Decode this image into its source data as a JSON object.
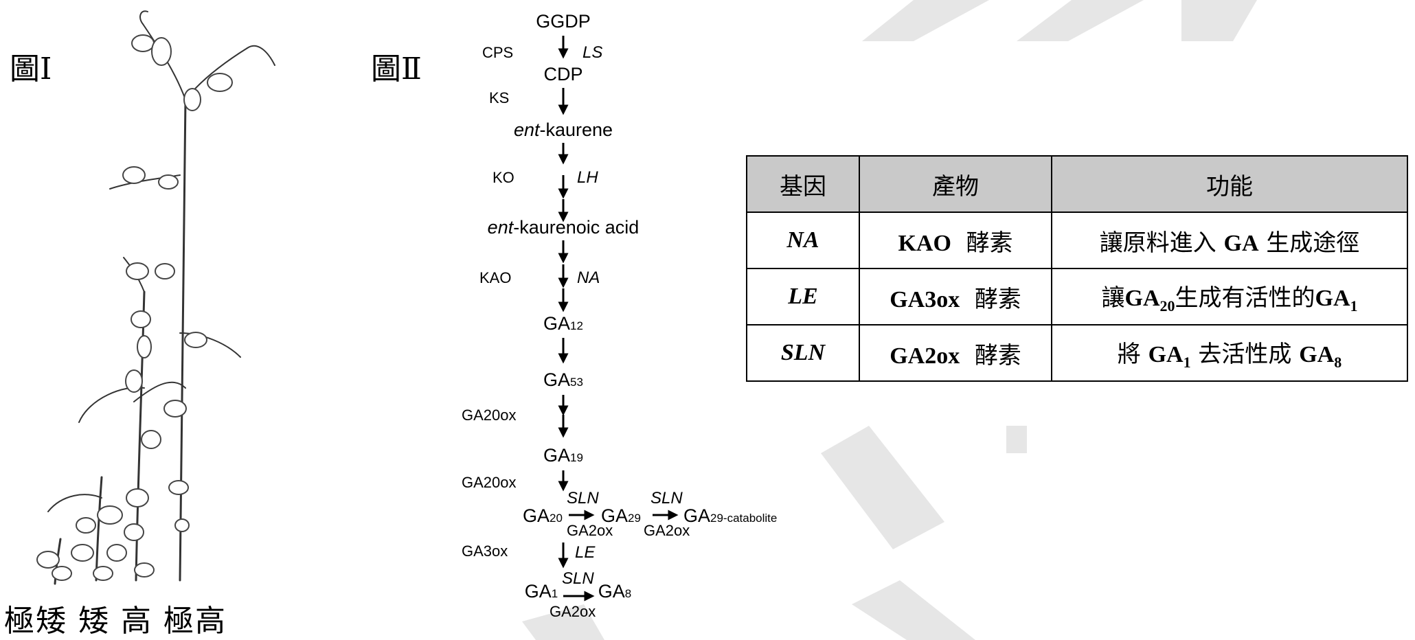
{
  "figure1": {
    "label": "圖Ⅰ",
    "height_labels": "極矮 矮 高 極高"
  },
  "figure2": {
    "label": "圖Ⅱ",
    "nodes": {
      "ggdp": "GGDP",
      "cdp": "CDP",
      "kaurene_prefix": "ent",
      "kaurene_rest": "-kaurene",
      "acid_prefix": "ent",
      "acid_rest": "-kaurenoic acid",
      "ga12": "GA",
      "ga12_sub": "12",
      "ga53": "GA",
      "ga53_sub": "53",
      "ga19": "GA",
      "ga19_sub": "19",
      "ga20": "GA",
      "ga20_sub": "20",
      "ga29": "GA",
      "ga29_sub": "29",
      "ga29c": "GA",
      "ga29c_sub": "29-catabolite",
      "ga1": "GA",
      "ga1_sub": "1",
      "ga8": "GA",
      "ga8_sub": "8"
    },
    "enzymes": {
      "cps": "CPS",
      "ks": "KS",
      "ko": "KO",
      "kao": "KAO",
      "ga20ox_1": "GA20ox",
      "ga20ox_2": "GA20ox",
      "ga3ox": "GA3ox",
      "ga2ox_1": "GA2ox",
      "ga2ox_2": "GA2ox",
      "ga2ox_3": "GA2ox"
    },
    "genes": {
      "ls": "LS",
      "lh": "LH",
      "na": "NA",
      "sln_1": "SLN",
      "sln_2": "SLN",
      "le": "LE",
      "sln_3": "SLN"
    }
  },
  "table": {
    "headers": [
      "基因",
      "產物",
      "功能"
    ],
    "rows": [
      {
        "gene": "NA",
        "product_latin": "KAO",
        "product_cjk": "酵素",
        "func_a": "讓原料進入",
        "func_b": "GA",
        "func_c": "生成途徑"
      },
      {
        "gene": "LE",
        "product_latin": "GA3ox",
        "product_cjk": "酵素",
        "func_a": "讓",
        "func_b": "GA",
        "func_b_sub": "20",
        "func_c": "生成有活性的",
        "func_d": "GA",
        "func_d_sub": "1"
      },
      {
        "gene": "SLN",
        "product_latin": "GA2ox",
        "product_cjk": "酵素",
        "func_a": "將",
        "func_b": "GA",
        "func_b_sub": "1",
        "func_c": "去活性成",
        "func_d": "GA",
        "func_d_sub": "8"
      }
    ]
  },
  "colors": {
    "watermark": "#e6e6e6",
    "header_bg": "#c9c9c9"
  }
}
